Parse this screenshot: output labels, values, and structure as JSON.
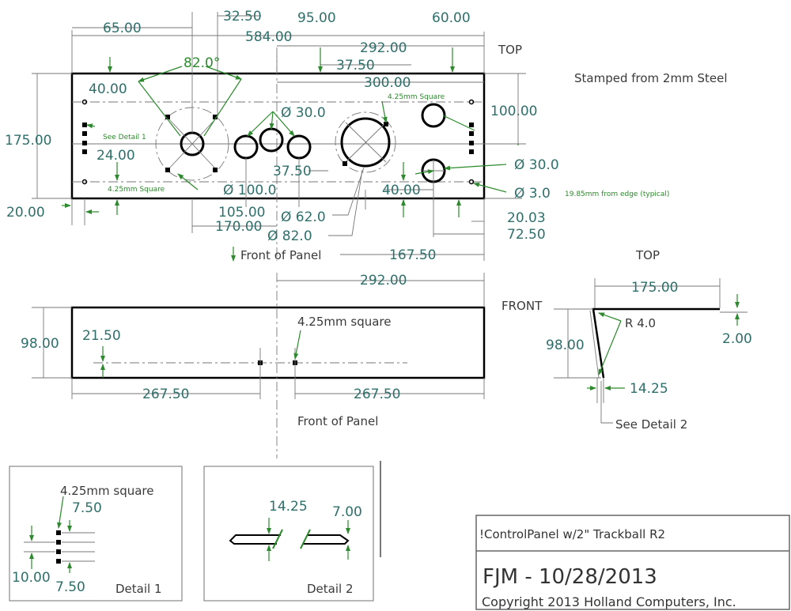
{
  "notes": {
    "top_main": "TOP",
    "stamped": "Stamped from 2mm Steel",
    "front_of_panel_1": "Front of Panel",
    "front_of_panel_2": "Front of Panel",
    "top_side": "TOP",
    "front_side": "FRONT",
    "see_detail_1": "See Detail 1",
    "see_detail_2": "See Detail 2",
    "sq_425_top": "4.25mm Square",
    "sq_425_bottom": "4.25mm Square",
    "sq_425_front": "4.25mm square",
    "sq_425_detail": "4.25mm square",
    "edge_note": "19.85mm from edge (typical)",
    "detail_1": "Detail 1",
    "detail_2": "Detail 2",
    "radius": "R 4.0"
  },
  "dims_top": {
    "d65": "65.00",
    "d3250": "32.50",
    "d584": "584.00",
    "d95": "95.00",
    "d60": "60.00",
    "d292a": "292.00",
    "d3750a": "37.50",
    "d300": "300.00",
    "ang82": "82.0°",
    "d40a": "40.00",
    "d175": "175.00",
    "d24": "24.00",
    "d100": "100.00",
    "dia30a": "Ø 30.0",
    "dia30b": "Ø 30.0",
    "dia3": "Ø 3.0",
    "d3750b": "37.50",
    "d40b": "40.00",
    "dia100": "Ø 100.0",
    "d20": "20.00",
    "d105": "105.00",
    "d170": "170.00",
    "dia62": "Ø 62.0",
    "dia82": "Ø 82.0",
    "d2003": "20.03",
    "d7250": "72.50",
    "d16750": "167.50"
  },
  "dims_front": {
    "d292": "292.00",
    "d98": "98.00",
    "d2150": "21.50",
    "d26750a": "267.50",
    "d26750b": "267.50"
  },
  "dims_side": {
    "d175": "175.00",
    "d98": "98.00",
    "d2": "2.00",
    "d1425": "14.25"
  },
  "dims_detail1": {
    "d750a": "7.50",
    "d10": "10.00",
    "d750b": "7.50"
  },
  "dims_detail2": {
    "d1425": "14.25",
    "d7": "7.00"
  },
  "title_block": {
    "name": "!ControlPanel w/2\" Trackball R2",
    "author_date": "FJM - 10/28/2013",
    "copyright": "Copyright 2013 Holland Computers, Inc."
  },
  "colors": {
    "dimension": "#2f6f6a",
    "leader": "#2a8a2a",
    "outline": "#000000"
  }
}
